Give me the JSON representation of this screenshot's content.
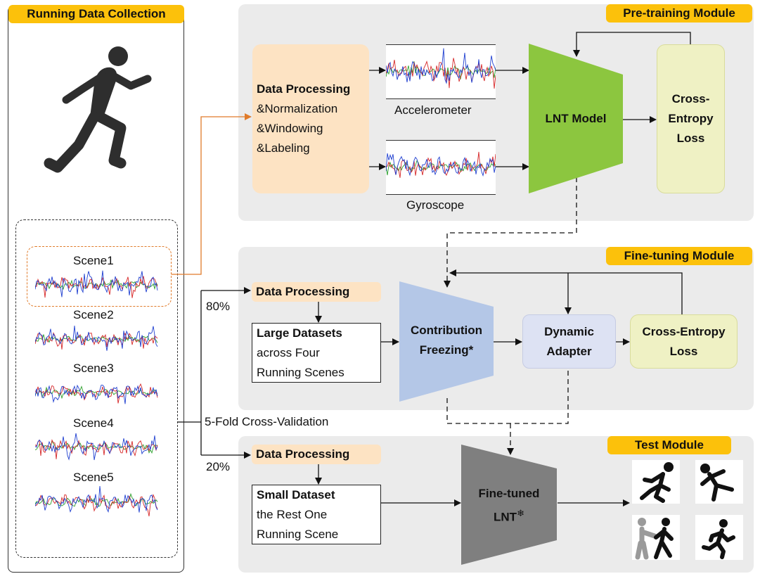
{
  "left_panel": {
    "title": "Running Data Collection",
    "scenes": [
      "Scene1",
      "Scene2",
      "Scene3",
      "Scene4",
      "Scene5"
    ]
  },
  "pretraining": {
    "title": "Pre-training Module",
    "processing": {
      "heading": "Data Processing",
      "lines": [
        "&Normalization",
        "&Windowing",
        "&Labeling"
      ]
    },
    "accelerometer": "Accelerometer",
    "gyroscope": "Gyroscope",
    "model": "LNT Model",
    "loss_lines": [
      "Cross-",
      "Entropy",
      "Loss"
    ]
  },
  "finetuning": {
    "title": "Fine-tuning Module",
    "processing": "Data Processing",
    "dataset_lines": [
      "Large Datasets",
      "across Four",
      "Running Scenes"
    ],
    "freezing_lines": [
      "Contribution",
      "Freezing*"
    ],
    "adapter_lines": [
      "Dynamic",
      "Adapter"
    ],
    "loss_lines": [
      "Cross-Entropy",
      "Loss"
    ],
    "split": "80%"
  },
  "test": {
    "title": "Test Module",
    "processing": "Data Processing",
    "dataset_lines": [
      "Small Dataset",
      "the Rest One",
      "Running Scene"
    ],
    "model_lines": [
      "Fine-tuned",
      "LNT"
    ],
    "split": "20%"
  },
  "cross_validation": "5-Fold Cross-Validation",
  "colors": {
    "module_bg": "#ebebeb",
    "tag": "#fcc10b",
    "processing": "#fde3c3",
    "lnt_model": "#8cc63f",
    "loss_box": "#eff1c4",
    "freezing": "#b4c7e7",
    "adapter": "#dde2f3",
    "finetuned": "#7f7f7f",
    "orange_line": "#e07b2a"
  }
}
